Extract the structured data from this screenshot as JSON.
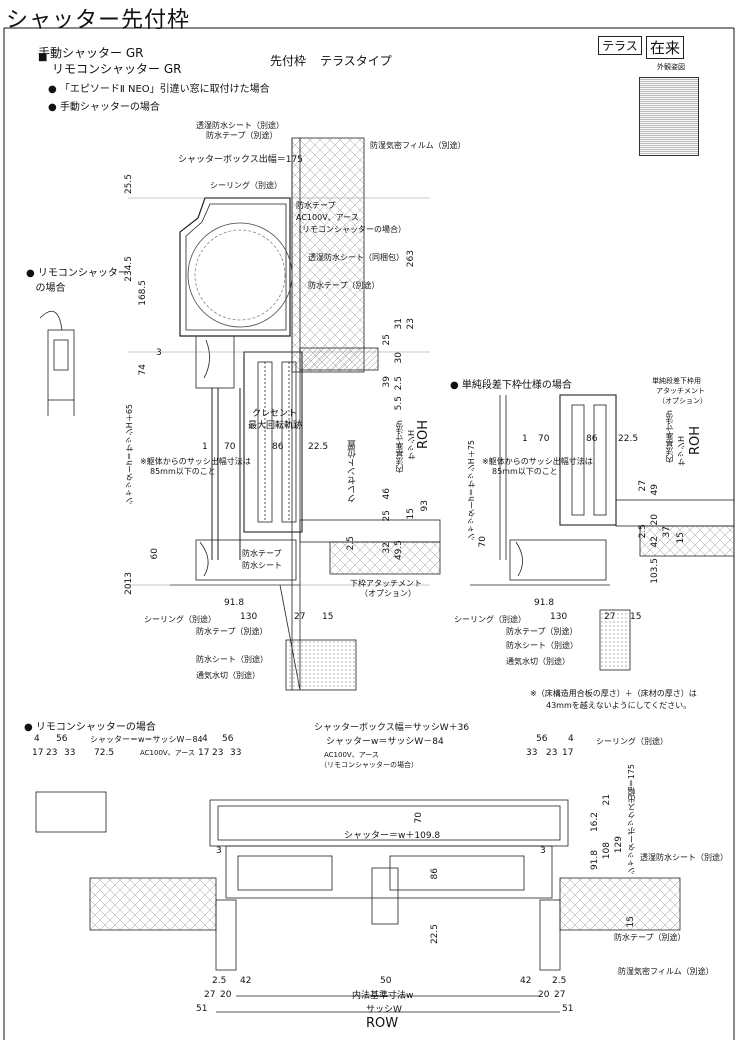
{
  "title": "シャッター先付枠",
  "series": [
    "手動シャッター GR",
    "リモコンシャッター GR"
  ],
  "frame_type_label": "先付枠",
  "frame_type_value": "テラスタイプ",
  "frame_type_strike": "テラ",
  "tags": {
    "type": "テラス",
    "kind": "在来"
  },
  "exterior_label": "外観姿図",
  "bullets": {
    "b1": "「エピソードⅡ NEO」引違い窓に取付けた場合",
    "b2": "手動シャッターの場合",
    "remote_side_1": "リモコンシャッター",
    "remote_side_2": "の場合",
    "step": "単純段差下枠仕様の場合",
    "remote_plan": "リモコンシャッターの場合"
  },
  "section": {
    "labels": [
      "透湿防水シート（別途）",
      "防水テープ（別途）",
      "防湿気密フィルム（別途）",
      "シャッターボックス出幅＝175",
      "シーリング（別途）",
      "防水テープ",
      "AC100V、アース",
      "（リモコンシャッターの場合）",
      "透湿防水シート（同梱包）",
      "防水テープ（別途）",
      "クレセント",
      "最大回転軌跡",
      "クレセント位置",
      "内法基準寸法h",
      "サッシH",
      "ROH",
      "※躯体からのサッシ出幅寸法は",
      "85mm以下のこと",
      "シャッターh＝サッシH＋65",
      "防水テープ",
      "防水シート",
      "下枠アタッチメント",
      "（オプション）",
      "シーリング（別途）",
      "防水テープ（別途）",
      "防水シート（別途）",
      "通気水切（別途）"
    ],
    "dims": [
      "25.5",
      "234.5",
      "168.5",
      "74",
      "3",
      "60",
      "2013",
      "263",
      "31",
      "23",
      "25",
      "30",
      "39",
      "2.5",
      "5.5",
      "93",
      "25",
      "46",
      "15",
      "2.5",
      "32",
      "49.5",
      "1",
      "70",
      "86",
      "22.5",
      "91.8",
      "130",
      "27",
      "15"
    ]
  },
  "step_section": {
    "labels": [
      "単純段差下枠用",
      "アタッチメント",
      "（オプション）",
      "シャッターh＝サッシH＋75",
      "※躯体からのサッシ出幅寸法は",
      "85mm以下のこと",
      "内法基準寸法h",
      "サッシH",
      "ROH",
      "シーリング（別途）",
      "防水テープ（別途）",
      "防水シート（別途）",
      "通気水切（別途）"
    ],
    "dims": [
      "1",
      "70",
      "86",
      "22.5",
      "27",
      "49",
      "2.5",
      "20",
      "42",
      "70",
      "103.5",
      "37",
      "15",
      "91.8",
      "130",
      "27",
      "15"
    ]
  },
  "note": {
    "line1": "※（床構造用合板の厚さ）＋（床材の厚さ）は",
    "line2": "43mmを越えないようにしてください。"
  },
  "plan": {
    "labels": [
      "シャッターボックス幅＝サッシW＋36",
      "シャッター＝w＝サッシW－84",
      "シャッターw＝サッシW－84",
      "AC100V、アース",
      "AC100V、アース",
      "（リモコンシャッターの場合）",
      "シーリング（別途）",
      "シャッターボックス出幅＝175",
      "シャッター＝w＋109.8",
      "透湿防水シート（別途）",
      "防水テープ（別途）",
      "防湿気密フィルム（別途）",
      "内法基準寸法w",
      "サッシW",
      "ROW"
    ],
    "dims_top": [
      "4",
      "56",
      "17",
      "23",
      "33",
      "72.5",
      "4",
      "56",
      "17",
      "23",
      "33",
      "56",
      "4",
      "33",
      "23",
      "17"
    ],
    "dims_bottom": [
      "2.5",
      "42",
      "27",
      "20",
      "51",
      "50",
      "2.5",
      "42",
      "20",
      "27",
      "51"
    ],
    "dims_right": [
      "16.2",
      "21",
      "91.8",
      "108",
      "129",
      "70",
      "3",
      "3",
      "86",
      "22.5",
      "15"
    ]
  }
}
